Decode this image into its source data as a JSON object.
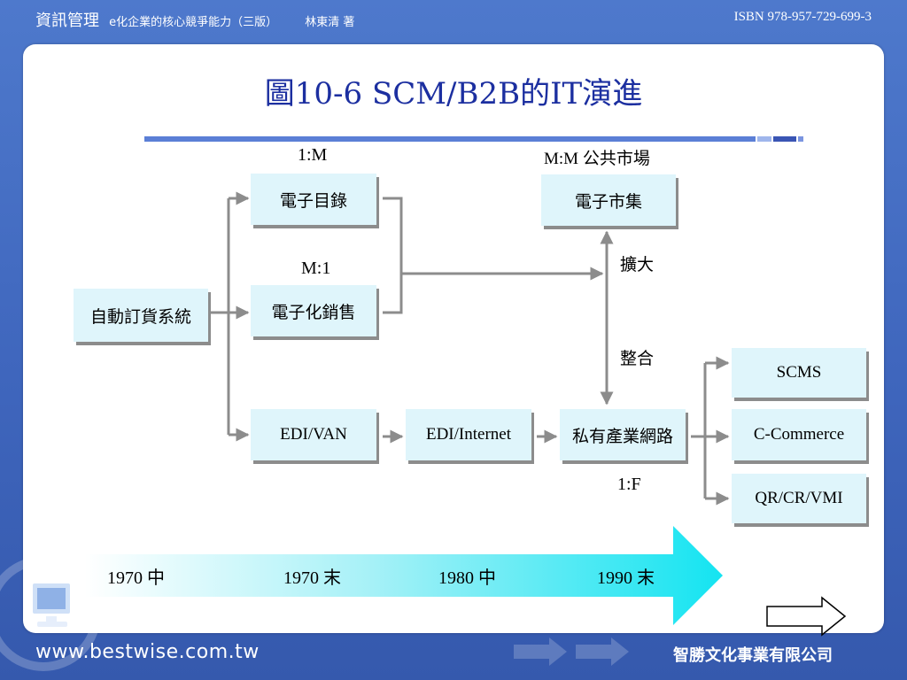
{
  "header": {
    "course": "資訊管理",
    "book_title": "e化企業的核心競爭能力（三版）",
    "author": "林東清 著",
    "isbn": "ISBN 978-957-729-699-3"
  },
  "slide": {
    "title": "圖10-6 SCM/B2B的IT演進"
  },
  "diagram": {
    "nodes": {
      "auto_order": "自動訂貨系統",
      "e_catalog": "電子目錄",
      "e_sales": "電子化銷售",
      "edi_van": "EDI/VAN",
      "edi_internet": "EDI/Internet",
      "private_network": "私有產業網路",
      "e_marketplace": "電子市集",
      "scms": "SCMS",
      "c_commerce": "C-Commerce",
      "qr_cr_vmi": "QR/CR/VMI"
    },
    "labels": {
      "one_to_many": "1:M",
      "many_to_one": "M:1",
      "many_to_many": "M:M 公共市場",
      "one_to_few": "1:F",
      "expand": "擴大",
      "integrate": "整合"
    }
  },
  "timeline": {
    "periods": [
      "1970 中",
      "1970 末",
      "1980 中",
      "1990 末"
    ]
  },
  "footer": {
    "url": "www.bestwise.com.tw",
    "company": "智勝文化事業有限公司"
  },
  "colors": {
    "background": "#4a74c9",
    "title": "#1c2fa0",
    "node_fill": "#dff5fb",
    "arrow": "#8c8c8c",
    "timeline_arrow": "#19e6f2"
  }
}
